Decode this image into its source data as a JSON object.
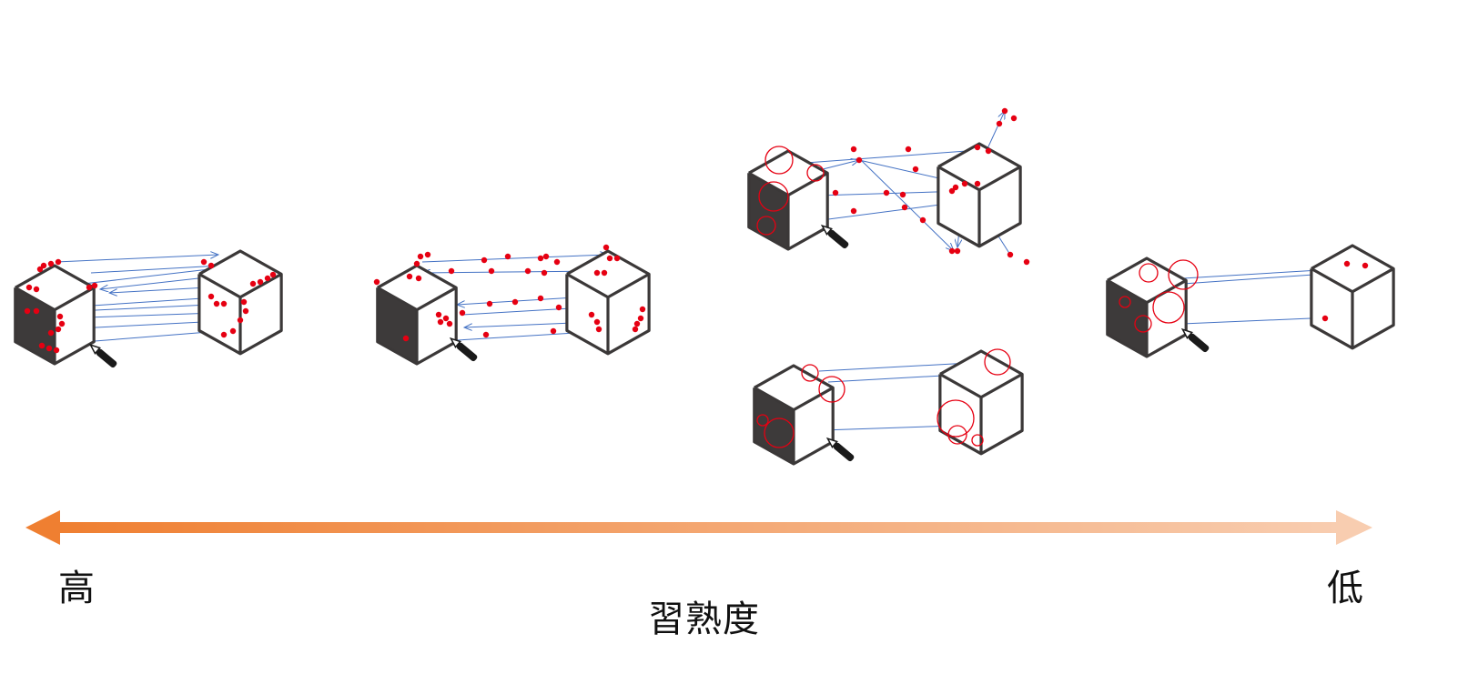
{
  "axis": {
    "high_label": "高",
    "low_label": "低",
    "title": "習熟度",
    "gradient_start": "#ef7f31",
    "gradient_end": "#f8cdb0"
  },
  "colors": {
    "cube_dark": "#3d3a3a",
    "cube_stroke": "#3b3838",
    "gaze_point": "#e60012",
    "saccade_arrow": "#4472c4",
    "pencil": "#1a1a1a"
  },
  "icons": [
    "cube-icon",
    "pencil-icon",
    "gaze-point-icon",
    "fixation-circle-icon",
    "saccade-arrow-icon"
  ]
}
